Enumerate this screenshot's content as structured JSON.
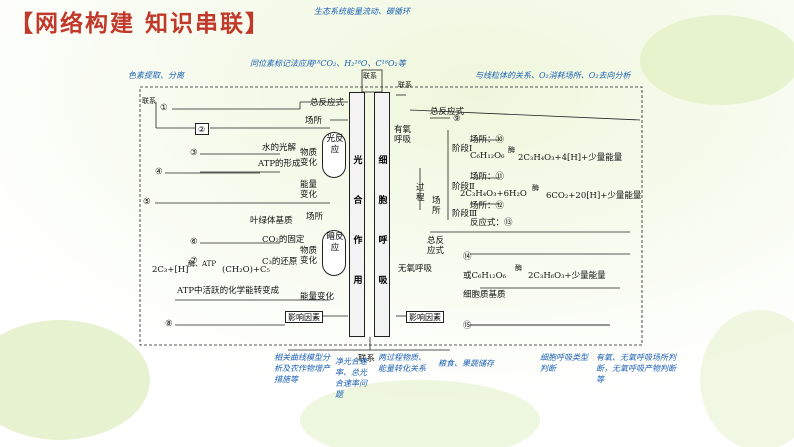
{
  "title": "【网络构建  知识串联】",
  "colors": {
    "title_red": "#c0392b",
    "blue_note": "#1a5fb4",
    "line": "#222222"
  },
  "center": {
    "left_column": [
      "光",
      "合",
      "作",
      "用"
    ],
    "right_column": [
      "细",
      "胞",
      "呼",
      "吸"
    ],
    "link_top": "联系",
    "link_right": "联系",
    "link_bottom": "联系"
  },
  "left": {
    "items": {
      "n1": "①",
      "n2": "②",
      "n3": "③",
      "n4": "④",
      "n5": "⑤",
      "n6": "⑥",
      "n7": "⑦",
      "n8": "⑧"
    },
    "link_label": "联系",
    "total_eq": "总反应式",
    "site": "场所",
    "light_reaction": "光反应",
    "dark_reaction": "暗反应",
    "water_photolysis": "水的光解",
    "atp_formation": "ATP的形成",
    "matter_change": "物质变化",
    "energy_change": "能量变化",
    "stroma": "叶绿体基质",
    "site2": "场所",
    "co2_fix": "CO₂的固定",
    "c3_reduce": "C₃的还原",
    "c3_eq": "2C₃+[H]",
    "c3_eq_enzyme": "酶、ATP",
    "c3_eq_product": "(CH₂O)+C₅",
    "matter_change2": "物质变化",
    "atp_chem": "ATP中活跃的化学能转变成",
    "energy_change2": "能量变化",
    "factors": "影响因素"
  },
  "right": {
    "aerobic": "有氧呼吸",
    "total_eq": "总反应式",
    "n9": "⑨",
    "stage1": "阶段Ⅰ",
    "stage2": "阶段Ⅱ",
    "stage3": "阶段Ⅲ",
    "site_10": "场所：⑩",
    "eq1_left": "C₆H₁₂O₆",
    "enzyme": "酶",
    "eq1_right": "2C₃H₄O₃+4[H]+少量能量",
    "process": "过程",
    "site_11": "场所：⑪",
    "eq2": "2C₃H₄O₃+6H₂O",
    "eq2_right": "6CO₂+20[H]+少量能量",
    "site_12": "场所：⑫",
    "eq_13": "反应式：⑬",
    "site": "场所",
    "anaerobic": "无氧呼吸",
    "total_eq2": "总反应式",
    "n14": "⑭",
    "or_eq": "或C₆H₁₂O₆",
    "or_eq_right": "2C₃H₆O₃+少量能量",
    "cytoplasm": "细胞质基质",
    "factors": "影响因素",
    "n15": "⑮"
  },
  "notes": {
    "top1": "生态系统能量流动、碳循环",
    "top2": "同位素标记法应用¹⁸CO₂、H₂¹⁸O、C¹⁸O₂等",
    "top_left": "色素提取、分离",
    "top_right": "与线粒体的关系、O₂消耗场所、O₂去向分析",
    "b1": "相关曲线模型分析及农作物增产措施等",
    "b2": "净光合速率、总光合速率问题",
    "b3": "两过程物质、能量转化关系",
    "b4": "粮食、果蔬储存",
    "b5": "细胞呼吸类型判断",
    "b6": "有氧、无氧呼吸场所判断，无氧呼吸产物判断等"
  }
}
